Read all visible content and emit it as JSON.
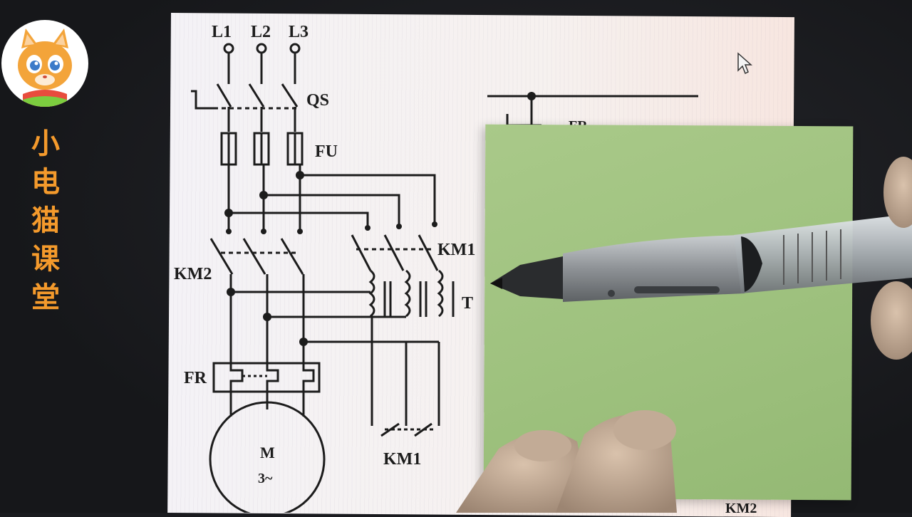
{
  "channel": {
    "brand_chars": [
      "小",
      "电",
      "猫",
      "课",
      "堂"
    ],
    "logo_icon": "cartoon-cat-icon",
    "accent_color": "#f49a2c"
  },
  "diagram": {
    "supply_labels": [
      "L1",
      "L2",
      "L3"
    ],
    "switch_label": "QS",
    "fuse_label": "FU",
    "contactor_top_label": "KM1",
    "contactor_left_label": "KM2",
    "transformer_label": "T",
    "overload_label": "FR",
    "motor_label": "M",
    "motor_phase": "3~",
    "contactor_bottom_label": "KM1",
    "control_overload_label": "FR",
    "control_bottom_label": "KM2"
  },
  "colors": {
    "paper": "#f6f1ef",
    "sticky_note": "#a2c484",
    "ink": "#1c1c1c"
  }
}
